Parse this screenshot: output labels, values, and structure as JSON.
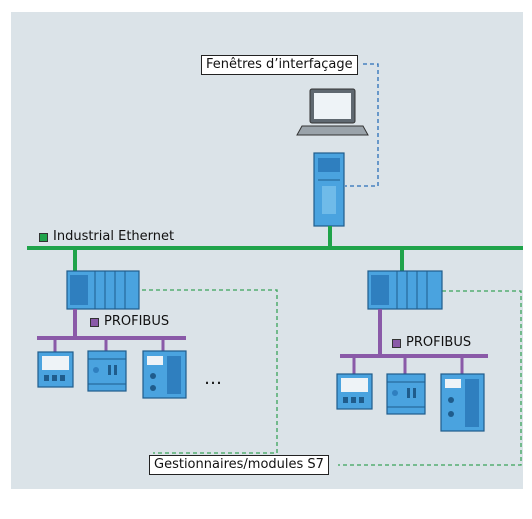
{
  "labels": {
    "hmi": "Fenêtres d’interfaçage",
    "ethernet": "Industrial Ethernet",
    "profibus_left": "PROFIBUS",
    "profibus_right": "PROFIBUS",
    "managers": "Gestionnaires/modules S7",
    "more": "…"
  },
  "colors": {
    "background": "#dbe3e8",
    "ethernet": "#1fa34a",
    "profibus": "#8a5aa8",
    "hmi_link": "#2a6fb8",
    "manager_link": "#3aa35a",
    "device": "#4aa3df"
  }
}
